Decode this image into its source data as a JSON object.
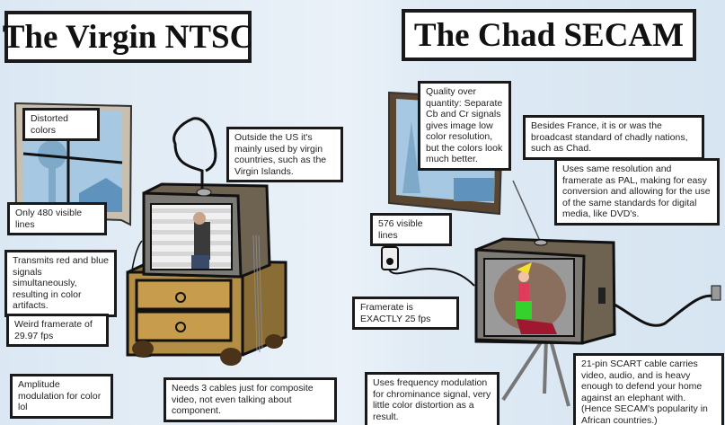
{
  "left": {
    "title": "The Virgin NTSC",
    "labels": [
      "Distorted colors",
      "Only 480 visible lines",
      "Transmits red and blue signals simultaneously, resulting in color artifacts.",
      "Weird framerate of 29.97 fps",
      "Amplitude modulation for color lol",
      "Outside the US it's mainly used by virgin countries, such as the Virgin Islands.",
      "Needs 3 cables just for composite video, not even talking about component."
    ]
  },
  "right": {
    "title": "The Chad SECAM",
    "labels": [
      "Quality over quantity: Separate Cb and Cr signals gives image low color resolution, but the colors look much better.",
      "Besides France, it is or was the broadcast standard of chadly nations, such as Chad.",
      "Uses same resolution and framerate as PAL, making for easy conversion and allowing for the use of the same standards for digital media, like DVD's.",
      "576 visible lines",
      "Framerate is EXACTLY 25 fps",
      "Uses frequency modulation for chrominance signal, very little color distortion as a result.",
      "21-pin SCART cable carries video, audio, and is heavy enough to defend your home against an elephant with. (Hence SECAM's popularity in African countries.)"
    ]
  }
}
